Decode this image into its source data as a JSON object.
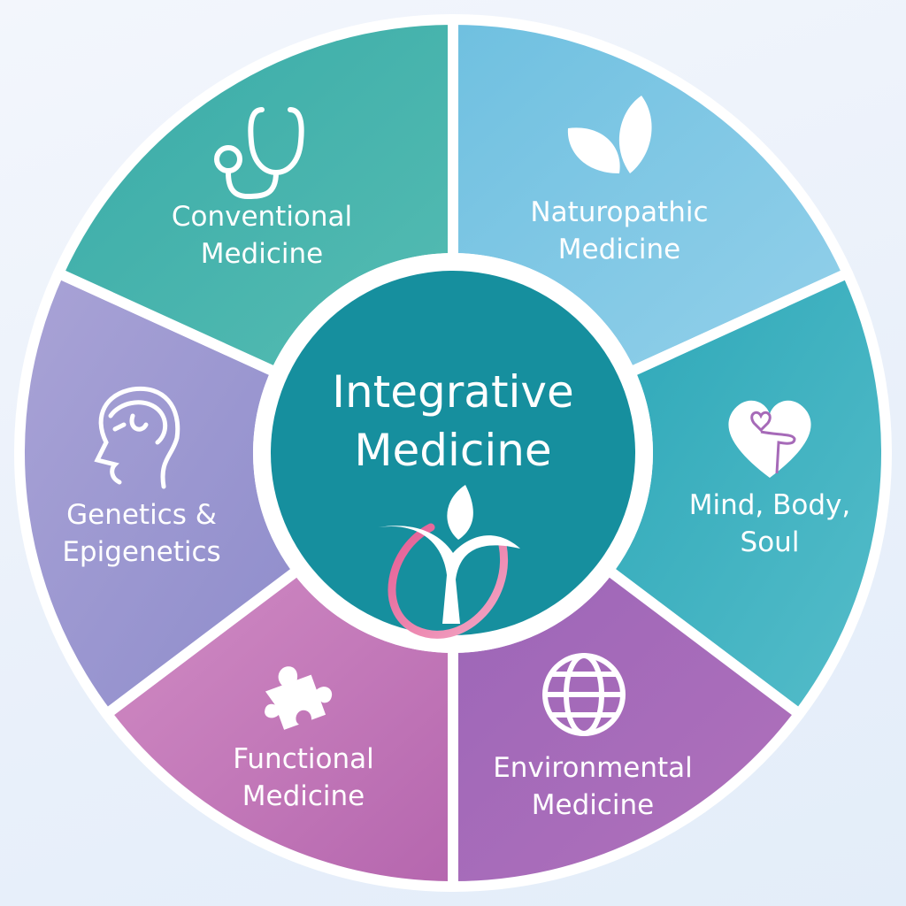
{
  "center": {
    "line1": "Integrative",
    "line2": "Medicine",
    "icon": "tree-of-life-logo-icon",
    "color": "#168f9e"
  },
  "segments": [
    {
      "id": "conventional",
      "line1": "Conventional",
      "line2": "Medicine",
      "icon": "stethoscope-icon",
      "color1": "#6fc0e0",
      "color2": "#93d0ea"
    },
    {
      "id": "naturopathic",
      "line1": "Naturopathic",
      "line2": "Medicine",
      "icon": "leaves-icon",
      "color1": "#2ea8b8",
      "color2": "#55bdca"
    },
    {
      "id": "mind-body-soul",
      "line1": "Mind, Body,",
      "line2": "Soul",
      "icon": "heart-icon",
      "color1": "#9c66b8",
      "color2": "#b171bb"
    },
    {
      "id": "environmental",
      "line1": "Environmental",
      "line2": "Medicine",
      "icon": "globe-icon",
      "color1": "#d18cc4",
      "color2": "#b566ae"
    },
    {
      "id": "functional",
      "line1": "Functional",
      "line2": "Medicine",
      "icon": "puzzle-piece-icon",
      "color1": "#a9a3d6",
      "color2": "#8e8ccb"
    },
    {
      "id": "genetics",
      "line1": "Genetics  &",
      "line2": "Epigenetics",
      "icon": "brain-head-icon",
      "color1": "#39aba8",
      "color2": "#55bcb2"
    }
  ]
}
